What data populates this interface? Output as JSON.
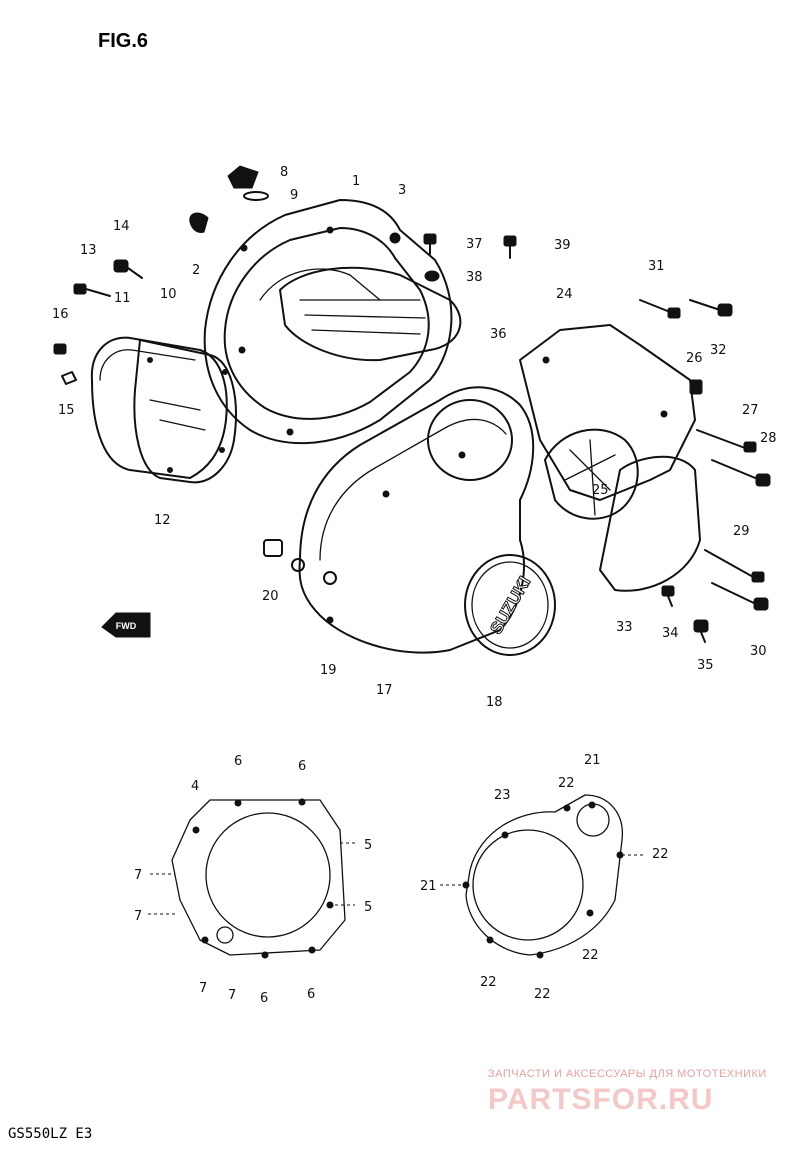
{
  "figure": {
    "title": "FIG.6"
  },
  "model": "GS550LZ E3",
  "fwd_label": "FWD",
  "logo_text": "SUZUKI",
  "watermark": {
    "line1": "ЗАПЧАСТИ И АКСЕССУАРЫ ДЛЯ МОТОТЕХНИКИ",
    "line2": "PARTSFOR.RU"
  },
  "callouts": [
    {
      "id": "c1",
      "text": "1"
    },
    {
      "id": "c2",
      "text": "2"
    },
    {
      "id": "c3",
      "text": "3"
    },
    {
      "id": "c8",
      "text": "8"
    },
    {
      "id": "c9",
      "text": "9"
    },
    {
      "id": "c10",
      "text": "10"
    },
    {
      "id": "c11",
      "text": "11"
    },
    {
      "id": "c12",
      "text": "12"
    },
    {
      "id": "c13",
      "text": "13"
    },
    {
      "id": "c14",
      "text": "14"
    },
    {
      "id": "c15",
      "text": "15"
    },
    {
      "id": "c16",
      "text": "16"
    },
    {
      "id": "c17",
      "text": "17"
    },
    {
      "id": "c18",
      "text": "18"
    },
    {
      "id": "c19",
      "text": "19"
    },
    {
      "id": "c20",
      "text": "20"
    },
    {
      "id": "c24",
      "text": "24"
    },
    {
      "id": "c25",
      "text": "25"
    },
    {
      "id": "c26",
      "text": "26"
    },
    {
      "id": "c27",
      "text": "27"
    },
    {
      "id": "c28",
      "text": "28"
    },
    {
      "id": "c29",
      "text": "29"
    },
    {
      "id": "c30",
      "text": "30"
    },
    {
      "id": "c31",
      "text": "31"
    },
    {
      "id": "c32",
      "text": "32"
    },
    {
      "id": "c33",
      "text": "33"
    },
    {
      "id": "c34",
      "text": "34"
    },
    {
      "id": "c35",
      "text": "35"
    },
    {
      "id": "c36",
      "text": "36"
    },
    {
      "id": "c37",
      "text": "37"
    },
    {
      "id": "c38",
      "text": "38"
    },
    {
      "id": "c39",
      "text": "39"
    },
    {
      "id": "l4",
      "text": "4"
    },
    {
      "id": "l6a",
      "text": "6"
    },
    {
      "id": "l6b",
      "text": "6"
    },
    {
      "id": "l5a",
      "text": "5"
    },
    {
      "id": "l5b",
      "text": "5"
    },
    {
      "id": "l7a",
      "text": "7"
    },
    {
      "id": "l7b",
      "text": "7"
    },
    {
      "id": "l7c",
      "text": "7"
    },
    {
      "id": "l7d",
      "text": "7"
    },
    {
      "id": "l6c",
      "text": "6"
    },
    {
      "id": "l6d",
      "text": "6"
    },
    {
      "id": "r21a",
      "text": "21"
    },
    {
      "id": "r22a",
      "text": "22"
    },
    {
      "id": "r23",
      "text": "23"
    },
    {
      "id": "r22b",
      "text": "22"
    },
    {
      "id": "r21b",
      "text": "21"
    },
    {
      "id": "r22c",
      "text": "22"
    },
    {
      "id": "r22d",
      "text": "22"
    },
    {
      "id": "r22e",
      "text": "22"
    }
  ]
}
